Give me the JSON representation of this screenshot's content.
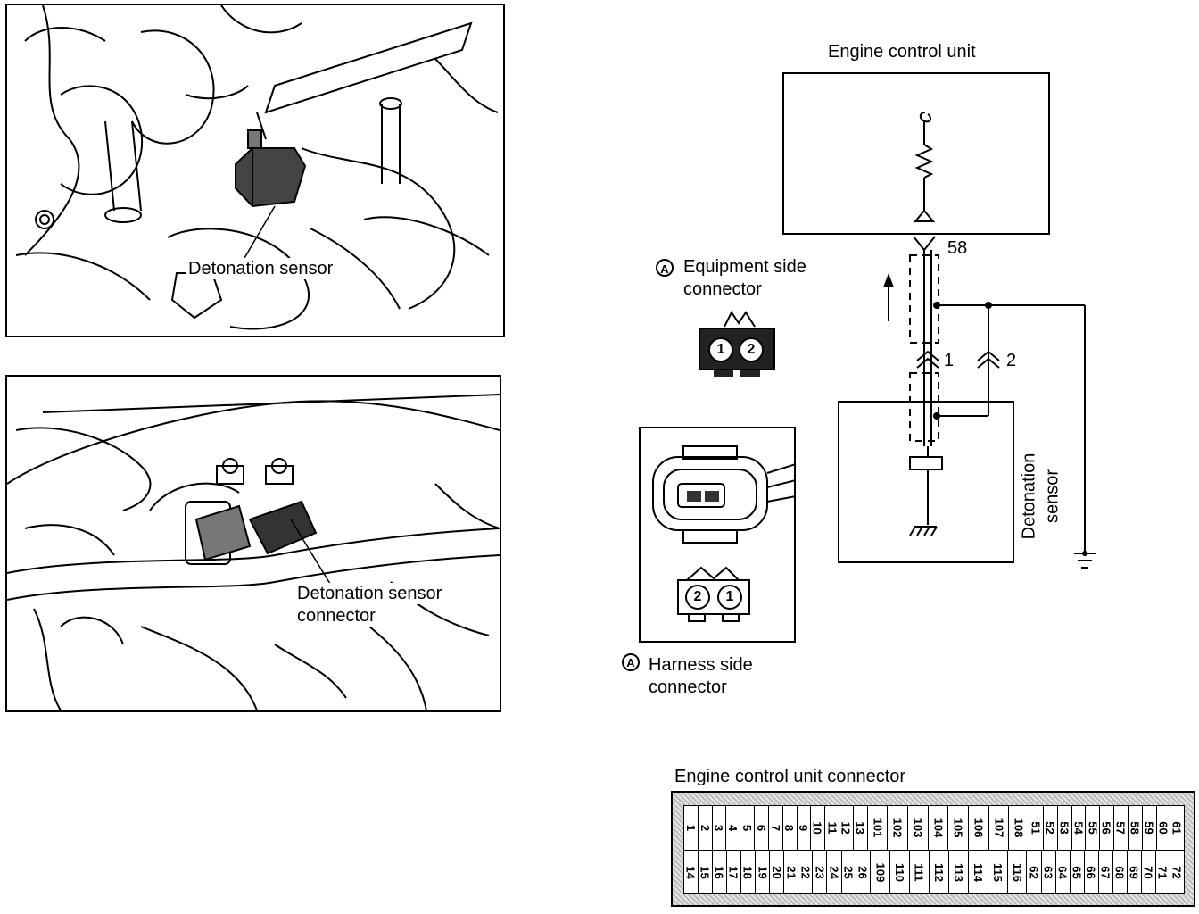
{
  "photo_top": {
    "label": "Detonation sensor"
  },
  "photo_bottom": {
    "label_line1": "Detonation sensor",
    "label_line2": "connector"
  },
  "ecu_box": {
    "title": "Engine control unit"
  },
  "terminal_ecu": "58",
  "terminal_1": "1",
  "terminal_2": "2",
  "sensor_label_line1": "Detonation",
  "sensor_label_line2": "sensor",
  "equipment_connector": {
    "mark": "A",
    "line1": "Equipment side",
    "line2": "connector",
    "pins": [
      "1",
      "2"
    ]
  },
  "harness_connector": {
    "mark": "A",
    "line1": "Harness side",
    "line2": "connector",
    "pins": [
      "2",
      "1"
    ]
  },
  "ecu_connector": {
    "title": "Engine control unit connector",
    "row1": [
      "1",
      "2",
      "3",
      "4",
      "5",
      "6",
      "7",
      "8",
      "9",
      "10",
      "11",
      "12",
      "13",
      "101",
      "102",
      "103",
      "104",
      "105",
      "106",
      "107",
      "108",
      "51",
      "52",
      "53",
      "54",
      "55",
      "56",
      "57",
      "58",
      "59",
      "60",
      "61"
    ],
    "row2": [
      "14",
      "15",
      "16",
      "17",
      "18",
      "19",
      "20",
      "21",
      "22",
      "23",
      "24",
      "25",
      "26",
      "109",
      "110",
      "111",
      "112",
      "113",
      "114",
      "115",
      "116",
      "62",
      "63",
      "64",
      "65",
      "66",
      "67",
      "68",
      "69",
      "70",
      "71",
      "72"
    ]
  }
}
